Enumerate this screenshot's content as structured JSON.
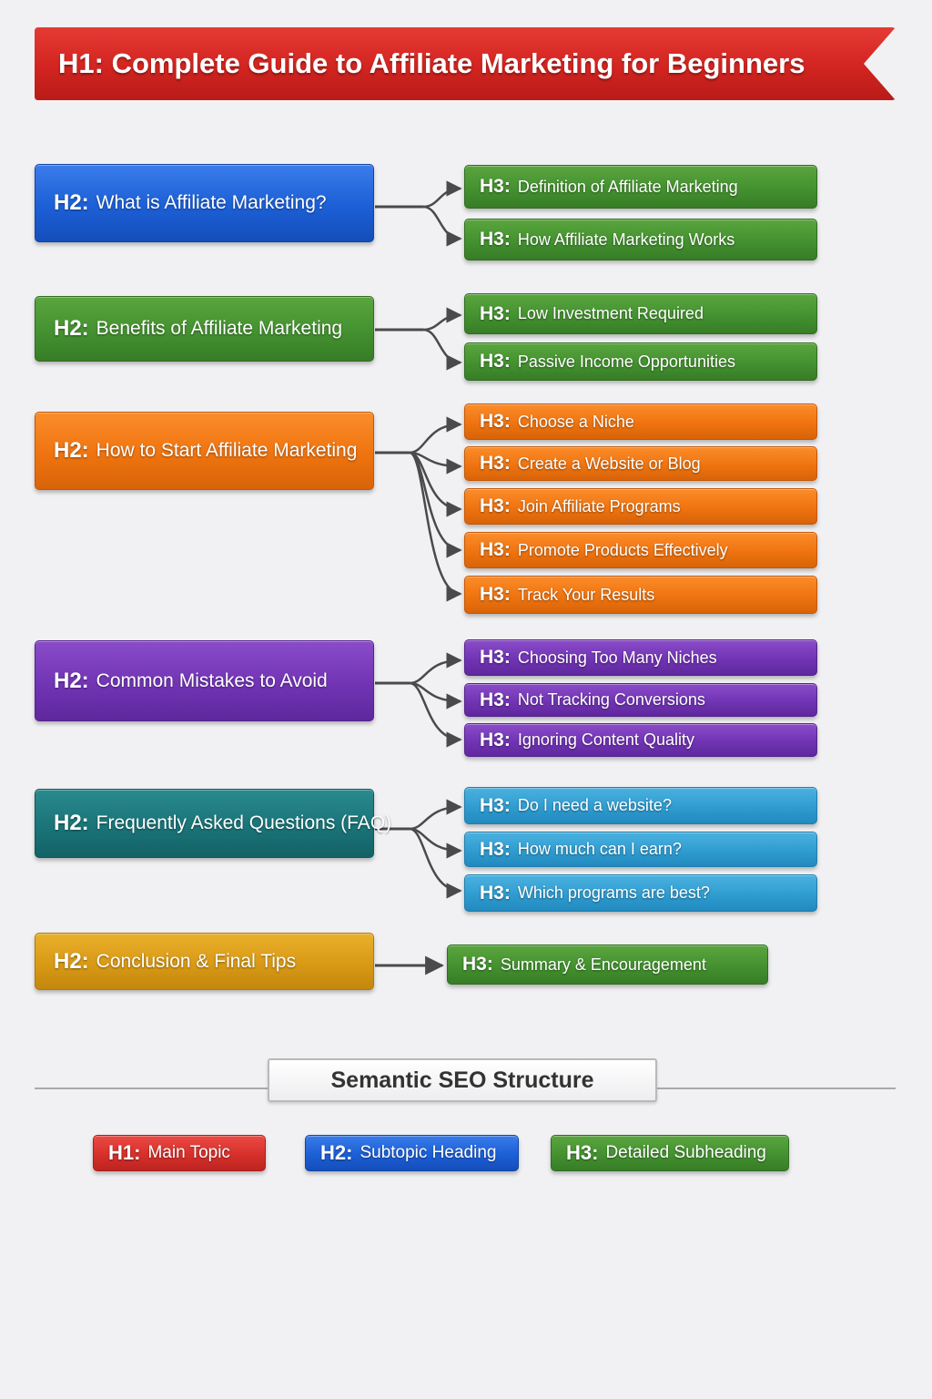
{
  "h1": {
    "tag": "H1:",
    "title": "Complete Guide to Affiliate Marketing for Beginners",
    "color": "#d22420"
  },
  "sections": [
    {
      "tag": "H2:",
      "title": "What is Affiliate Marketing?",
      "color": "#1c5fd6",
      "children": [
        {
          "tag": "H3:",
          "title": "Definition of Affiliate Marketing",
          "color": "#449130"
        },
        {
          "tag": "H3:",
          "title": "How Affiliate Marketing Works",
          "color": "#449130"
        }
      ]
    },
    {
      "tag": "H2:",
      "title": "Benefits of Affiliate Marketing",
      "color": "#449130",
      "children": [
        {
          "tag": "H3:",
          "title": "Low Investment Required",
          "color": "#449130"
        },
        {
          "tag": "H3:",
          "title": "Passive Income Opportunities",
          "color": "#449130"
        }
      ]
    },
    {
      "tag": "H2:",
      "title": "How to Start Affiliate Marketing",
      "color": "#ef7410",
      "children": [
        {
          "tag": "H3:",
          "title": "Choose a Niche",
          "color": "#ef7410"
        },
        {
          "tag": "H3:",
          "title": "Create a Website or Blog",
          "color": "#ef7410"
        },
        {
          "tag": "H3:",
          "title": "Join Affiliate Programs",
          "color": "#ef7410"
        },
        {
          "tag": "H3:",
          "title": "Promote Products Effectively",
          "color": "#ef7410"
        },
        {
          "tag": "H3:",
          "title": "Track Your Results",
          "color": "#ef7410"
        }
      ]
    },
    {
      "tag": "H2:",
      "title": "Common Mistakes to Avoid",
      "color": "#7134b4",
      "children": [
        {
          "tag": "H3:",
          "title": "Choosing Too Many Niches",
          "color": "#7134b4"
        },
        {
          "tag": "H3:",
          "title": "Not Tracking Conversions",
          "color": "#7134b4"
        },
        {
          "tag": "H3:",
          "title": "Ignoring Content Quality",
          "color": "#7134b4"
        }
      ]
    },
    {
      "tag": "H2:",
      "title": "Frequently Asked Questions (FAQ)",
      "color": "#1a7478",
      "children": [
        {
          "tag": "H3:",
          "title": "Do I need a website?",
          "color": "#2f9cd0"
        },
        {
          "tag": "H3:",
          "title": "How much can I earn?",
          "color": "#2f9cd0"
        },
        {
          "tag": "H3:",
          "title": "Which programs are best?",
          "color": "#2f9cd0"
        }
      ]
    },
    {
      "tag": "H2:",
      "title": "Conclusion & Final Tips",
      "color": "#d99a16",
      "children": [
        {
          "tag": "H3:",
          "title": "Summary & Encouragement",
          "color": "#449130"
        }
      ]
    }
  ],
  "legend": {
    "title": "Semantic SEO Structure",
    "items": [
      {
        "tag": "H1:",
        "label": "Main Topic",
        "color": "#d6302b"
      },
      {
        "tag": "H2:",
        "label": "Subtopic Heading",
        "color": "#1c5fd6"
      },
      {
        "tag": "H3:",
        "label": "Detailed Subheading",
        "color": "#449130"
      }
    ]
  }
}
